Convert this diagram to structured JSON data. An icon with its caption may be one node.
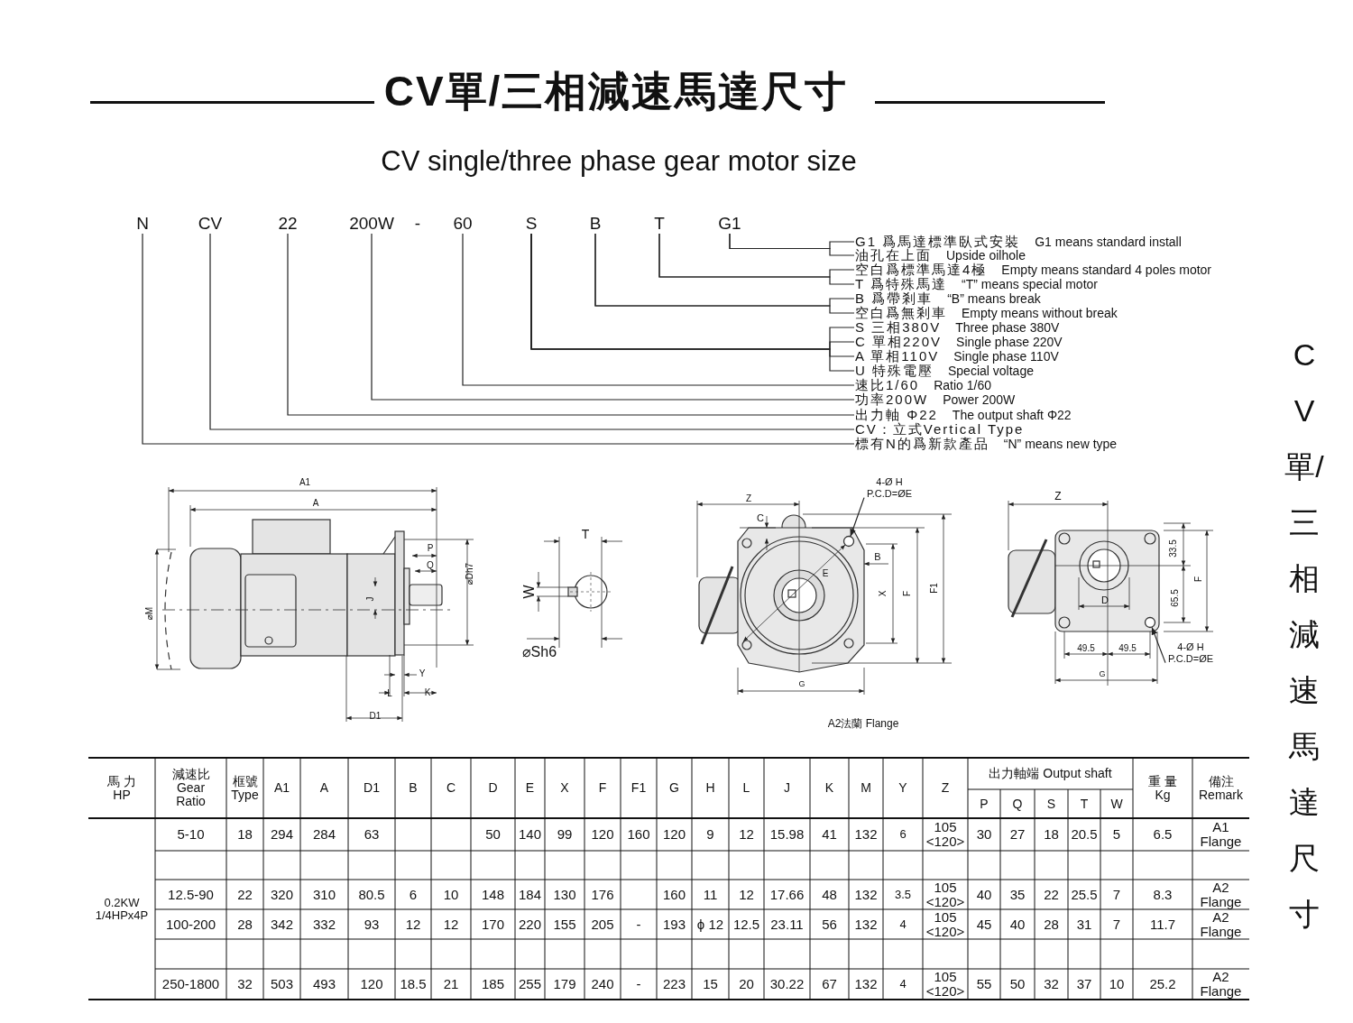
{
  "diagram": {
    "title": "CV單/三相減速馬達尺寸",
    "nodes": [
      {
        "text": [
          "N"
        ]
      },
      {
        "text": [
          "CV"
        ]
      },
      {
        "text": [
          "22"
        ]
      },
      {
        "text": [
          "200W"
        ]
      },
      {
        "text": [
          "60"
        ]
      },
      {
        "text": [
          "S"
        ]
      },
      {
        "text": [
          "B"
        ]
      },
      {
        "text": [
          "T"
        ]
      },
      {
        "text": [
          "G1"
        ]
      },
      {
        "text": [
          "G1 爲馬達標準臥式安裝",
          "G1 means standard install"
        ]
      },
      {
        "text": [
          "油孔在上面",
          "Upside oilhole"
        ]
      },
      {
        "text": [
          "空白爲標準馬達4極",
          "Empty means standard 4 poles motor"
        ]
      },
      {
        "text": [
          "T 爲特殊馬達",
          "“T” means special motor"
        ]
      },
      {
        "text": [
          "B 爲帶剎車",
          "“B” means break"
        ]
      },
      {
        "text": [
          "空白爲無剎車",
          "Empty means without break"
        ]
      },
      {
        "text": [
          "S 三相380V",
          "Three phase 380V"
        ]
      },
      {
        "text": [
          "C 單相220V",
          "Single phase 220V"
        ]
      },
      {
        "text": [
          "A 單相110V",
          "Single phase 110V"
        ]
      },
      {
        "text": [
          "U 特殊電壓",
          "Special voltage"
        ]
      },
      {
        "text": [
          "速比1/60",
          "Ratio 1/60"
        ]
      },
      {
        "text": [
          "功率200W",
          "Power 200W"
        ]
      },
      {
        "text": [
          "出力軸 Φ22",
          "The output shaft Φ22"
        ]
      },
      {
        "text": [
          "CV：立式Vertical Type"
        ]
      },
      {
        "text": [
          "標有N的爲新款產品",
          "“N” means new type"
        ]
      },
      {
        "text": [
          "4-Ø H P.C.D=ØE"
        ]
      },
      {
        "text": [],
        "shape": "circle"
      },
      {
        "text": [
          "4-Ø H P.C.D=ØE"
        ]
      },
      {
        "text": [],
        "shape": "circle"
      }
    ],
    "edges": [
      {
        "from": 8,
        "to": 9,
        "arrow": "none"
      },
      {
        "from": 8,
        "to": 10,
        "arrow": "none"
      },
      {
        "from": 7,
        "to": 11,
        "arrow": "none"
      },
      {
        "from": 7,
        "to": 12,
        "arrow": "none"
      },
      {
        "from": 6,
        "to": 13,
        "arrow": "none"
      },
      {
        "from": 6,
        "to": 14,
        "arrow": "none"
      },
      {
        "from": 5,
        "to": 15,
        "arrow": "none"
      },
      {
        "from": 5,
        "to": 16,
        "arrow": "none"
      },
      {
        "from": 5,
        "to": 17,
        "arrow": "none"
      },
      {
        "from": 5,
        "to": 18,
        "arrow": "none"
      },
      {
        "from": 4,
        "to": 19,
        "arrow": "none"
      },
      {
        "from": 3,
        "to": 20,
        "arrow": "none"
      },
      {
        "from": 2,
        "to": 21,
        "arrow": "none"
      },
      {
        "from": 1,
        "to": 22,
        "arrow": "none"
      },
      {
        "from": 0,
        "to": 23,
        "arrow": "none"
      },
      {
        "from": 24,
        "to": 25,
        "arrow": "to"
      },
      {
        "from": 26,
        "to": 27,
        "arrow": "to"
      }
    ],
    "labels": [
      "CV single/three phase gear motor size",
      "-",
      "A1",
      "A",
      "⌀M",
      "P",
      "Q",
      "⌀Dh7",
      "J",
      "Y",
      "L",
      "K",
      "D1",
      "T",
      "W",
      "⌀Sh6",
      "Z",
      "C",
      "B",
      "E",
      "X",
      "F",
      "F1",
      "G",
      "A2法蘭 Flange",
      "Z",
      "33.5",
      "F",
      "65.5",
      "D",
      "49.5",
      "49.5",
      "G",
      "馬 力 HP",
      "減速比 Gear Ratio",
      "框號 Type",
      "A1",
      "A",
      "D1",
      "B",
      "C",
      "D",
      "E",
      "X",
      "F",
      "F1",
      "G",
      "H",
      "L",
      "J",
      "K",
      "M",
      "Y",
      "Z",
      "出力軸端 Output shaft",
      "重 量 Kg",
      "備注 Remark",
      "P",
      "Q",
      "S",
      "T",
      "W",
      "0.2KW 1/4HPx4P",
      "5-10",
      "18",
      "294",
      "284",
      "63",
      "50",
      "140",
      "99",
      "120",
      "160",
      "120",
      "9",
      "12",
      "15.98",
      "41",
      "132",
      "6",
      "105 <120>",
      "30",
      "27",
      "18",
      "20.5",
      "5",
      "6.5",
      "A1 Flange",
      "12.5-90",
      "22",
      "320",
      "310",
      "80.5",
      "6",
      "10",
      "148",
      "184",
      "130",
      "176",
      "160",
      "11",
      "12",
      "17.66",
      "48",
      "132",
      "3.5",
      "105 <120>",
      "40",
      "35",
      "22",
      "25.5",
      "7",
      "8.3",
      "A2 Flange",
      "100-200",
      "28",
      "342",
      "332",
      "93",
      "12",
      "12",
      "170",
      "220",
      "155",
      "205",
      "-",
      "193",
      "ϕ 12",
      "12.5",
      "23.11",
      "56",
      "132",
      "4",
      "105 <120>",
      "45",
      "40",
      "28",
      "31",
      "7",
      "11.7",
      "A2 Flange",
      "250-1800",
      "32",
      "503",
      "493",
      "120",
      "18.5",
      "21",
      "185",
      "255",
      "179",
      "240",
      "-",
      "223",
      "15",
      "20",
      "30.22",
      "67",
      "132",
      "4",
      "105 <120>",
      "55",
      "50",
      "32",
      "37",
      "10",
      "25.2",
      "A2 Flange",
      "CV單/三相減速馬達尺寸"
    ]
  }
}
